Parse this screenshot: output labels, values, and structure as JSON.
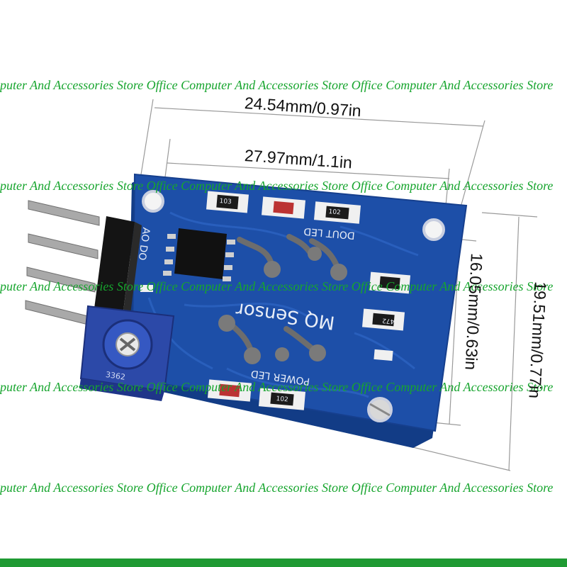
{
  "dimensions": {
    "width_top": "24.54mm/0.97in",
    "width_inner": "27.97mm/1.1in",
    "height_inner": "16.05mm/0.63in",
    "height_outer": "19.51mm/0.77in"
  },
  "watermark": {
    "text": "puter And Accessories Store Office Computer And Accessories Store Office Computer And Accessories Store"
  },
  "board": {
    "title": "MQ Sensor",
    "dout_led_label": "DOUT LED",
    "power_led_label": "POWER LED",
    "pin_labels": "AO DO",
    "resistor_103": "103",
    "resistor_102_top": "102",
    "resistor_102_bottom": "102",
    "resistor_472": "472",
    "pot_code": "3362"
  },
  "colors": {
    "pcb": "#1d4fa8",
    "watermark": "#17a52e",
    "pot": "#2c49a8"
  }
}
